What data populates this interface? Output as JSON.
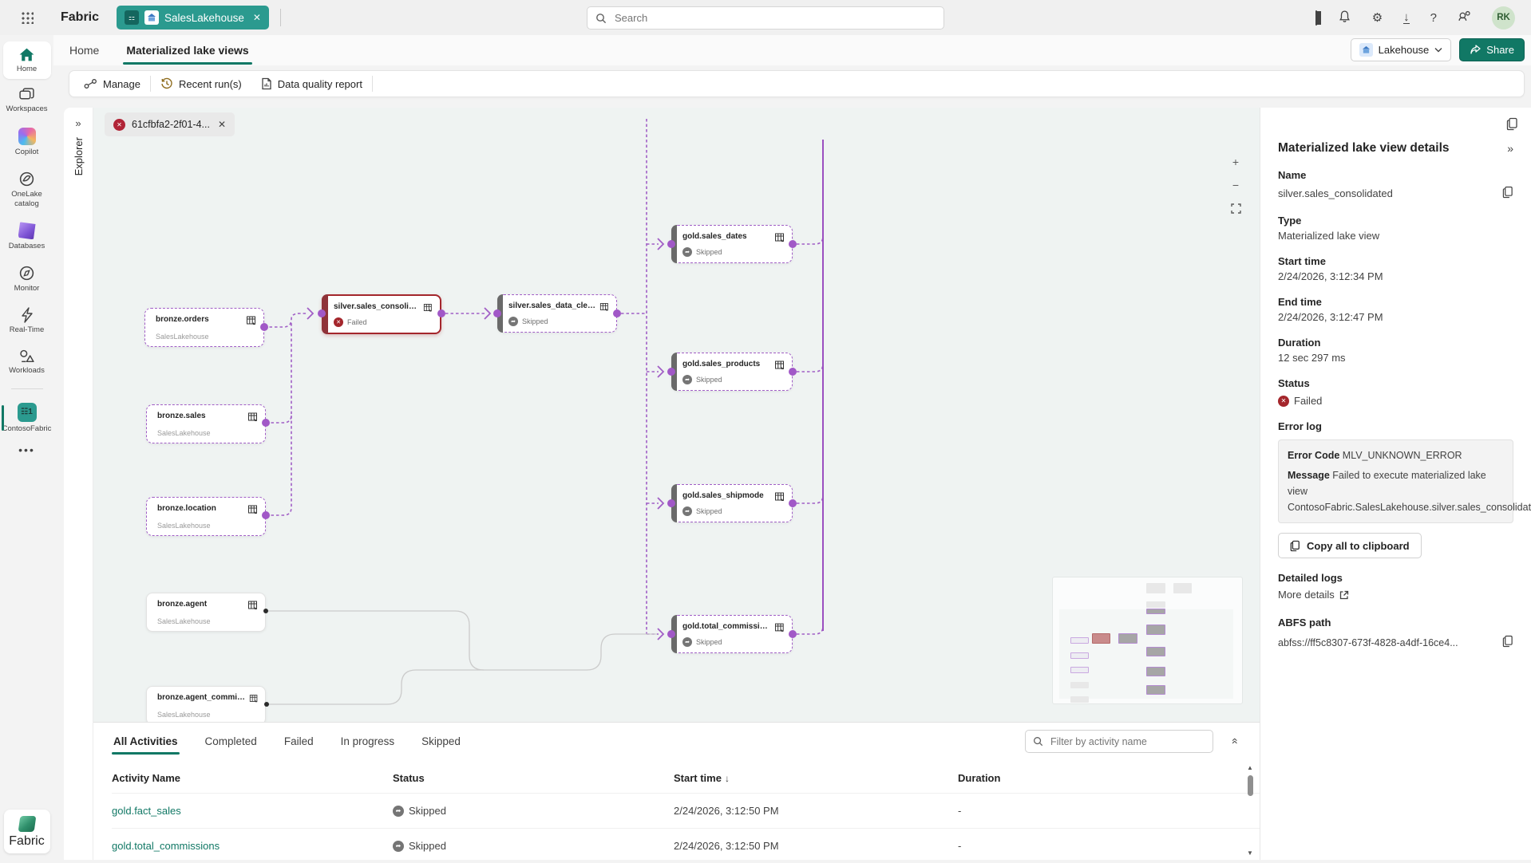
{
  "colors": {
    "accent_green": "#117865",
    "edge_purple": "#a15fc6",
    "failed_red": "#a4262c",
    "workspace_teal": "#2b9a8f"
  },
  "topbar": {
    "brand": "Fabric",
    "workspace_tab": "SalesLakehouse",
    "search_placeholder": "Search",
    "avatar_initials": "RK"
  },
  "nav_rail": {
    "home": "Home",
    "workspaces": "Workspaces",
    "copilot": "Copilot",
    "onelake": "OneLake catalog",
    "databases": "Databases",
    "monitor": "Monitor",
    "realtime": "Real-Time",
    "workloads": "Workloads",
    "workspace": "ContosoFabric",
    "bottom": "Fabric"
  },
  "page_tabs": {
    "home": "Home",
    "active": "Materialized lake views"
  },
  "header_actions": {
    "item_type": "Lakehouse",
    "share": "Share"
  },
  "toolbar": {
    "manage": "Manage",
    "recent_runs": "Recent run(s)",
    "data_quality_report": "Data quality report"
  },
  "explorer": {
    "title": "Explorer"
  },
  "canvas": {
    "run_tab_label": "61cfbfa2-2f01-4..."
  },
  "graph": {
    "nodes": [
      {
        "title": "bronze.orders",
        "subtitle": "SalesLakehouse"
      },
      {
        "title": "bronze.sales",
        "subtitle": "SalesLakehouse"
      },
      {
        "title": "bronze.location",
        "subtitle": "SalesLakehouse"
      },
      {
        "title": "bronze.agent",
        "subtitle": "SalesLakehouse"
      },
      {
        "title": "bronze.agent_commissio...",
        "subtitle": "SalesLakehouse"
      },
      {
        "title": "silver.sales_consolidated",
        "status": "Failed"
      },
      {
        "title": "silver.sales_data_cleaned",
        "status": "Skipped"
      },
      {
        "title": "gold.sales_dates",
        "status": "Skipped"
      },
      {
        "title": "gold.sales_products",
        "status": "Skipped"
      },
      {
        "title": "gold.sales_shipmode",
        "status": "Skipped"
      },
      {
        "title": "gold.total_commissions",
        "status": "Skipped"
      }
    ]
  },
  "details_panel": {
    "title": "Materialized lake view details",
    "name_label": "Name",
    "name_value": "silver.sales_consolidated",
    "type_label": "Type",
    "type_value": "Materialized lake view",
    "start_label": "Start time",
    "start_value": "2/24/2026, 3:12:34 PM",
    "end_label": "End time",
    "end_value": "2/24/2026, 3:12:47 PM",
    "duration_label": "Duration",
    "duration_value": "12 sec 297 ms",
    "status_label": "Status",
    "status_value": "Failed",
    "error_log_label": "Error log",
    "error_code_label": "Error Code",
    "error_code_value": "MLV_UNKNOWN_ERROR",
    "message_label": "Message",
    "message_value": "Failed to execute materialized lake view ContosoFabric.SalesLakehouse.silver.sales_consolidated.",
    "copy_all_button": "Copy all to clipboard",
    "detailed_logs_label": "Detailed logs",
    "more_details_link": "More details",
    "abfs_label": "ABFS path",
    "abfs_value": "abfss://ff5c8307-673f-4828-a4df-16ce4..."
  },
  "activities": {
    "tabs": [
      "All Activities",
      "Completed",
      "Failed",
      "In progress",
      "Skipped"
    ],
    "filter_placeholder": "Filter by activity name",
    "columns": [
      "Activity Name",
      "Status",
      "Start time",
      "Duration"
    ],
    "rows": [
      {
        "name": "gold.fact_sales",
        "status": "Skipped",
        "start": "2/24/2026, 3:12:50 PM",
        "duration": "-"
      },
      {
        "name": "gold.total_commissions",
        "status": "Skipped",
        "start": "2/24/2026, 3:12:50 PM",
        "duration": "-"
      }
    ]
  }
}
